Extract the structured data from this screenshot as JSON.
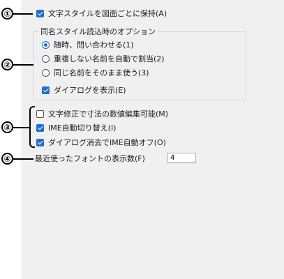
{
  "callouts": [
    "①",
    "②",
    "③",
    "④"
  ],
  "keep_style": {
    "label": "文字スタイルを図面ごとに保持(A)",
    "checked": true
  },
  "group": {
    "title": "同名スタイル読込時のオプション",
    "options": [
      {
        "label": "随時、問い合わせる(1)",
        "selected": true
      },
      {
        "label": "重複しない名前を自動で割当(2)",
        "selected": false
      },
      {
        "label": "同じ名前をそのまま使う(3)",
        "selected": false
      }
    ],
    "show_dialog": {
      "label": "ダイアログを表示(E)",
      "checked": true
    }
  },
  "options": [
    {
      "label": "文字修正で寸法の数値編集可能(M)",
      "checked": false
    },
    {
      "label": "IME自動切り替え(I)",
      "checked": true
    },
    {
      "label": "ダイアログ消去でIME自動オフ(O)",
      "checked": true
    }
  ],
  "recent_fonts": {
    "label": "最近使ったフォントの表示数(F)",
    "value": "4"
  }
}
